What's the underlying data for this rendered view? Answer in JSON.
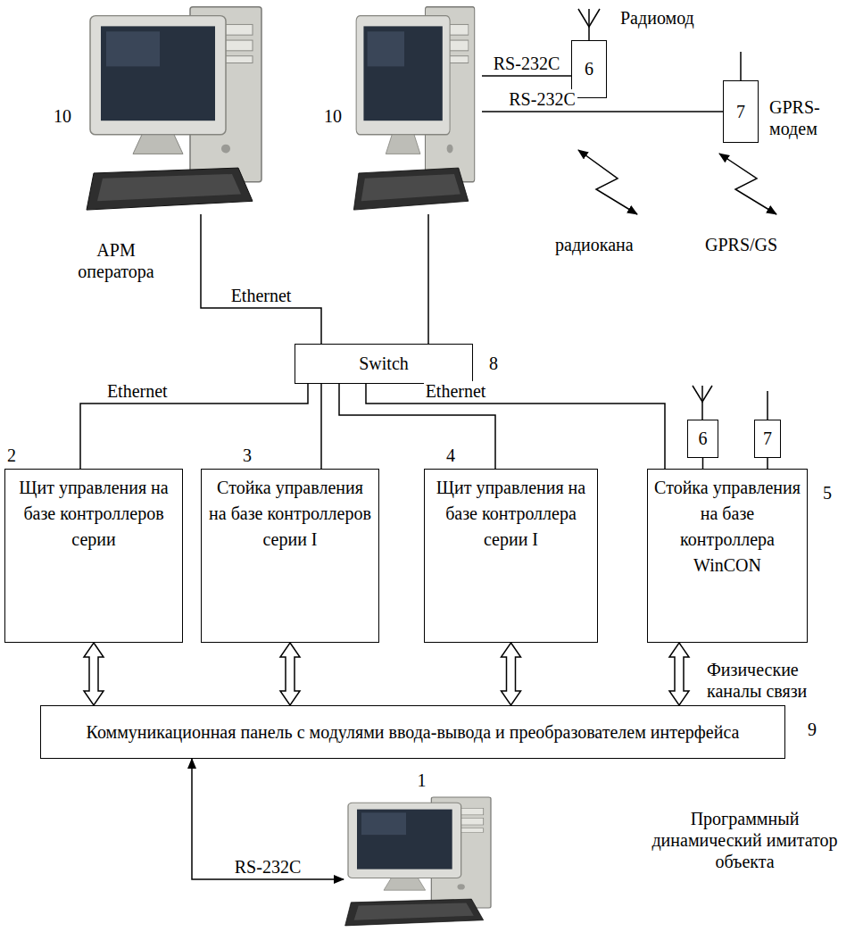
{
  "diagram": {
    "nodes": [
      {
        "text": [
          "10",
          "АРМ оператора"
        ]
      },
      {
        "text": [
          "10"
        ]
      },
      {
        "text": [
          "6"
        ]
      },
      {
        "text": [
          "7"
        ]
      },
      {
        "text": [
          "Switch"
        ]
      },
      {
        "text": [
          "Щит управления на базе контроллеров серии"
        ]
      },
      {
        "text": [
          "Стойка управления на базе контроллеров серии I"
        ]
      },
      {
        "text": [
          "Щит управления на базе контроллера серии I"
        ]
      },
      {
        "text": [
          "Стойка управления на базе контроллера WinCON"
        ]
      },
      {
        "text": [
          "6"
        ]
      },
      {
        "text": [
          "7"
        ]
      },
      {
        "text": [
          "Коммуникационная панель с модулями ввода-вывода и преобразователем интерфейса"
        ]
      },
      {
        "text": [
          "1"
        ]
      }
    ],
    "edges": [
      {
        "from": 0,
        "to": 4,
        "arrow": "none",
        "label": "Ethernet"
      },
      {
        "from": 1,
        "to": 4,
        "arrow": "none"
      },
      {
        "from": 4,
        "to": 5,
        "arrow": "none",
        "label": "Ethernet"
      },
      {
        "from": 4,
        "to": 6,
        "arrow": "none"
      },
      {
        "from": 4,
        "to": 7,
        "arrow": "none"
      },
      {
        "from": 4,
        "to": 8,
        "arrow": "none",
        "label": "Ethernet"
      },
      {
        "from": 1,
        "to": 2,
        "arrow": "none",
        "label": "RS-232C"
      },
      {
        "from": 1,
        "to": 3,
        "arrow": "none",
        "label": "RS-232C"
      },
      {
        "from": 9,
        "to": 8,
        "arrow": "none"
      },
      {
        "from": 10,
        "to": 8,
        "arrow": "none"
      },
      {
        "from": 5,
        "to": 11,
        "arrow": "both"
      },
      {
        "from": 6,
        "to": 11,
        "arrow": "both"
      },
      {
        "from": 7,
        "to": 11,
        "arrow": "both"
      },
      {
        "from": 8,
        "to": 11,
        "arrow": "both"
      },
      {
        "from": 11,
        "to": 12,
        "arrow": "both",
        "label": "RS-232C"
      }
    ],
    "labels": [
      "Радиомод",
      "GPRS-модем",
      "радиокана",
      "GPRS/GS",
      "8",
      "2",
      "3",
      "4",
      "5",
      "Физические каналы связи",
      "9",
      "Программный динамический имитатор объекта"
    ]
  }
}
